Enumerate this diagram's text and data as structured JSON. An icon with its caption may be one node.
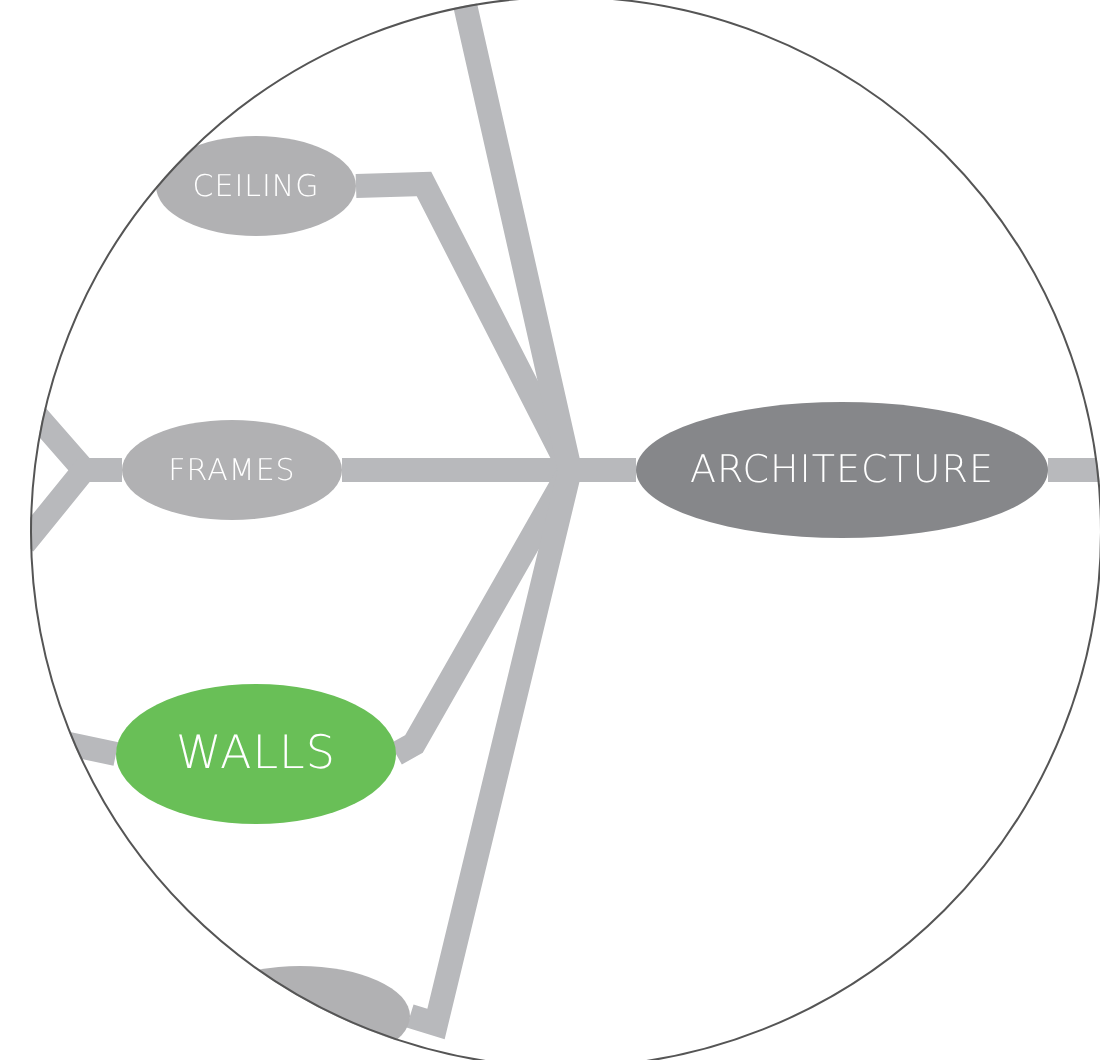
{
  "diagram": {
    "nodes": [
      {
        "text": [
          "ARCHITECTURE"
        ]
      },
      {
        "text": [
          "CEILING"
        ]
      },
      {
        "text": [
          "FRAMES"
        ]
      },
      {
        "text": [
          "WALLS"
        ]
      },
      {
        "text": [],
        "shape": "ellipse"
      }
    ],
    "edges": [
      {
        "from": 0,
        "to": 1,
        "arrow": "none"
      },
      {
        "from": 0,
        "to": 2,
        "arrow": "none"
      },
      {
        "from": 0,
        "to": 3,
        "arrow": "none"
      },
      {
        "from": 0,
        "to": 4,
        "arrow": "none"
      },
      {
        "from": 0,
        "to": null,
        "arrow": "none"
      },
      {
        "from": 0,
        "to": null,
        "arrow": "none"
      },
      {
        "from": 2,
        "to": null,
        "arrow": "none"
      },
      {
        "from": 2,
        "to": null,
        "arrow": "none"
      },
      {
        "from": 3,
        "to": null,
        "arrow": "none"
      }
    ]
  }
}
